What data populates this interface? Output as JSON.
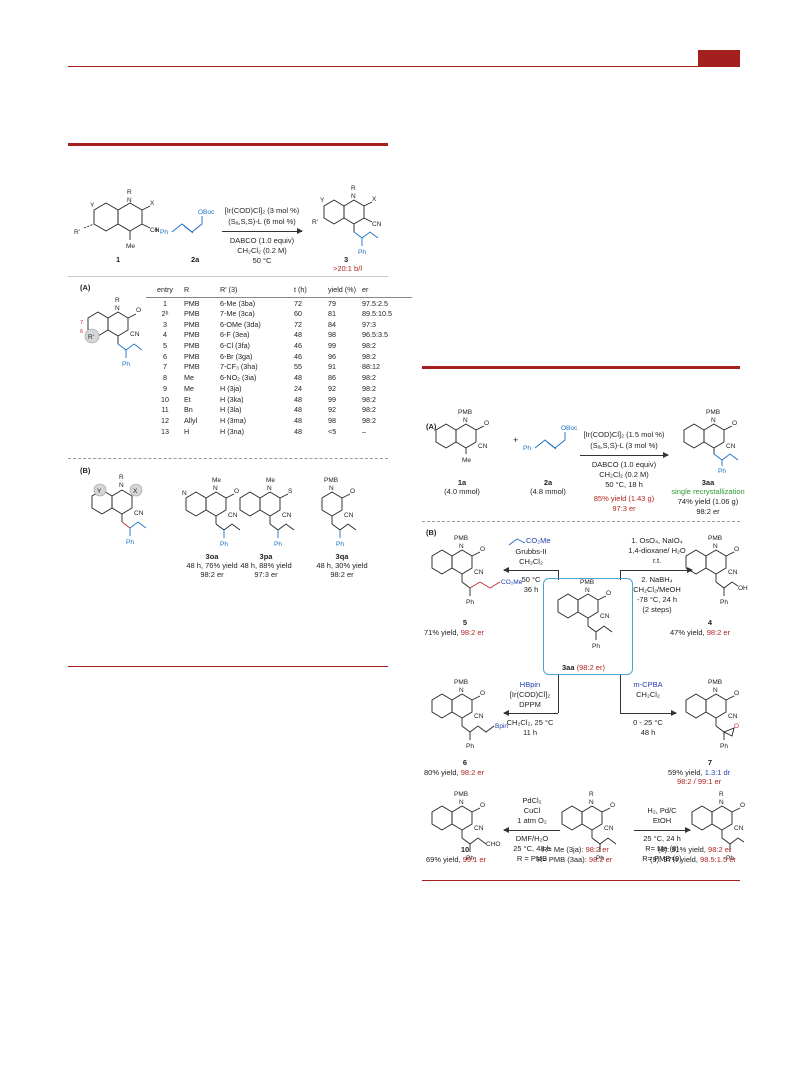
{
  "left_scheme": {
    "conditions": [
      "[Ir(COD)Cl]₂ (3 mol %)",
      "(Sₐ,S,S)-L (6 mol %)",
      "DABCO (1.0 equiv)",
      "CH₂Cl₂ (0.2 M)",
      "50 °C"
    ],
    "labels": {
      "sm1": "1",
      "sm2": "2a",
      "prod": "3",
      "prod_note": ">20:1 b/l",
      "plus": "+"
    },
    "atoms": {
      "R": "R",
      "X": "X",
      "Y": "Y",
      "N": "N",
      "CN": "CN",
      "Me": "Me",
      "Rprime": "R'",
      "Ph": "Ph",
      "OBoc": "OBoc",
      "O": "O",
      "Rp_small": "R'",
      "seven": "7",
      "six": "6"
    },
    "table_label": "(A)",
    "table_headers": [
      "entry",
      "R",
      "R' (3)",
      "t (h)",
      "yield (%)",
      "er"
    ],
    "table_rows": [
      [
        "1",
        "PMB",
        "6-Me (3ba)",
        "72",
        "79",
        "97.5:2.5"
      ],
      [
        "2ᵇ",
        "PMB",
        "7-Me (3ca)",
        "60",
        "81",
        "89.5:10.5"
      ],
      [
        "3",
        "PMB",
        "6-OMe (3da)",
        "72",
        "84",
        "97:3"
      ],
      [
        "4",
        "PMB",
        "6-F (3ea)",
        "48",
        "98",
        "96.5:3.5"
      ],
      [
        "5",
        "PMB",
        "6-Cl (3fa)",
        "46",
        "99",
        "98:2"
      ],
      [
        "6",
        "PMB",
        "6-Br (3ga)",
        "46",
        "96",
        "98:2"
      ],
      [
        "7",
        "PMB",
        "7-CF₃ (3ha)",
        "55",
        "91",
        "88:12"
      ],
      [
        "8",
        "Me",
        "6-NO₂ (3ia)",
        "48",
        "86",
        "98:2"
      ],
      [
        "9",
        "Me",
        "H (3ja)",
        "24",
        "92",
        "98:2"
      ],
      [
        "10",
        "Et",
        "H (3ka)",
        "48",
        "99",
        "98:2"
      ],
      [
        "11",
        "Bn",
        "H (3la)",
        "48",
        "92",
        "98:2"
      ],
      [
        "12",
        "Allyl",
        "H (3ma)",
        "48",
        "98",
        "98:2"
      ],
      [
        "13",
        "H",
        "H (3na)",
        "48",
        "<5",
        "–"
      ]
    ],
    "section_b_label": "(B)",
    "section_b": [
      {
        "id": "3oa",
        "line1": "48 h, 76% yield",
        "line2": "98:2 er",
        "sub": "Me",
        "x": "O"
      },
      {
        "id": "3pa",
        "line1": "48 h, 88% yield",
        "line2": "97:3 er",
        "sub": "Me",
        "x": "S"
      },
      {
        "id": "3qa",
        "line1": "48 h, 30% yield",
        "line2": "98:2 er",
        "sub": "PMB",
        "x": "O"
      }
    ]
  },
  "right_scheme": {
    "section_a_label": "(A)",
    "sm1": {
      "id": "1a",
      "amount": "(4.0 mmol)",
      "sub": "PMB",
      "me": "Me"
    },
    "sm2": {
      "id": "2a",
      "amount": "(4.8 mmol)"
    },
    "conditions": [
      "[Ir(COD)Cl]₂ (1.5 mol %)",
      "(Sₐ,S,S)-L (3 mol %)",
      "DABCO (1.0 equiv)",
      "CH₂Cl₂ (0.2 M)",
      "50 °C, 18 h"
    ],
    "result": [
      "85% yield (1.43 g)",
      "97:3 er"
    ],
    "product": {
      "id": "3aa",
      "note": "single recrystallization",
      "yield": "74% yield (1.06 g)",
      "er": "98:2 er"
    },
    "section_b_label": "(B)",
    "center": {
      "id": "3aa",
      "er": "(98:2 er)"
    },
    "r5": {
      "id": "5",
      "yield": "71% yield,",
      "er": "98:2 er",
      "reagent": "CO₂Me",
      "cat": "Grubbs-II",
      "solv": "CH₂Cl₂",
      "temp": "50 °C",
      "time": "36 h"
    },
    "r4": {
      "id": "4",
      "yield": "47% yield,",
      "er": "98:2 er",
      "step1": "1. OsO₄, NaIO₄",
      "step1b": "1,4-dioxane/ H₂O",
      "step1c": "r.t.",
      "step2": "2. NaBH₄",
      "step2b": "CH₂Cl₂/MeOH",
      "step2c": "-78 °C, 24 h",
      "step2d": "(2 steps)",
      "oh": "OH"
    },
    "r6": {
      "id": "6",
      "yield": "80% yield,",
      "er": "98:2 er",
      "reagent": "HBpin",
      "cat": "[Ir(COD)Cl]₂",
      "lig": "DPPM",
      "cond": "CH₂Cl₂, 25 °C",
      "time": "11 h",
      "bpin": "Bpin"
    },
    "r7": {
      "id": "7",
      "yield": "59% yield,",
      "dr": "1.3:1 dr",
      "er": "98:2 / 99:1 er",
      "reagent": "m-CPBA",
      "solv": "CH₂Cl₂",
      "temp": "0 - 25 °C",
      "time": "48 h"
    },
    "r10": {
      "id": "10",
      "yield": "69% yield,",
      "er": "99:1 er",
      "c1": "PdCl₂",
      "c2": "CuCl",
      "c3": "1 atm O₂",
      "c4": "DMF/H₂O",
      "c5": "25 °C, 48 h",
      "c6": "R = PMB",
      "cho": "CHO"
    },
    "r89": {
      "c1": "H₂, Pd/C",
      "c2": "EtOH",
      "c3": "25 °C, 24 h",
      "c4": "R= Me (8)",
      "c5": "R= PMB (9)",
      "y8a": "(8): 91% yield,",
      "y8b": "98:2 er",
      "y9a": "(9): 97% yield,",
      "y9b": "98.5:1.5 er"
    },
    "start": {
      "l1a": "R= Me (3ja):",
      "l1b": "98:2 er",
      "l2a": "R= PMB (3aa):",
      "l2b": "98:2 er"
    },
    "atoms": {
      "PMB": "PMB",
      "N": "N",
      "O": "O",
      "CN": "CN",
      "Ph": "Ph",
      "R": "R"
    }
  },
  "colors": {
    "accent": "#a3201f",
    "blue": "#1b6fc1",
    "red": "#b0241f",
    "green": "#2f9a2f",
    "navy": "#1f3ea8"
  }
}
